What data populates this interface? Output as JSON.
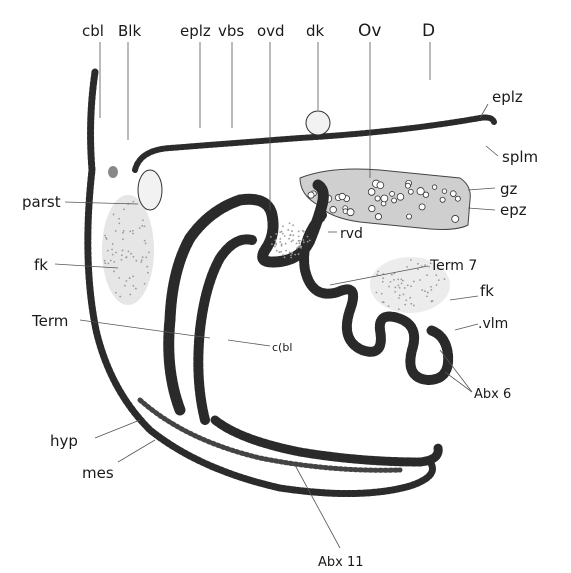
{
  "figure": {
    "labels": {
      "cbl": "cbl",
      "blk": "Blk",
      "eplz_top": "eplz",
      "vbs": "vbs",
      "ovd": "ovd",
      "dk": "dk",
      "ov": "Ov",
      "d": "D",
      "eplz_right": "eplz",
      "splm": "splm",
      "gz": "gz",
      "epz": "epz",
      "parst": "parst",
      "rvd": "rvd",
      "term7": "Term 7",
      "fk_left": "fk",
      "fk_right": "fk",
      "vlm": ".vlm",
      "term": "Term",
      "cbl_center": "c(bl",
      "abx6": "Abx 6",
      "hyp": "hyp",
      "mes": "mes",
      "abx11": "Abx 11"
    }
  }
}
